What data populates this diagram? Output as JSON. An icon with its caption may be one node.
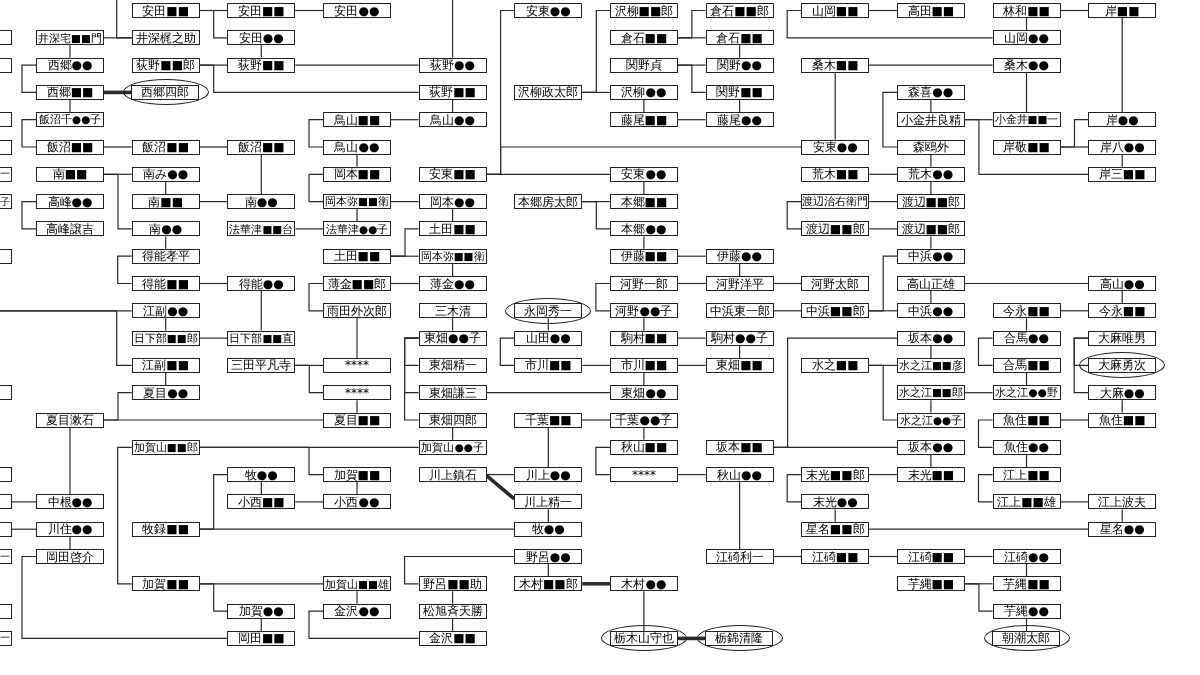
{
  "diagram": {
    "nodes": [
      {
        "text": [
          "安田■■"
        ]
      },
      {
        "text": [
          "安田■■"
        ]
      },
      {
        "text": [
          "安田●●"
        ]
      },
      {
        "text": [
          "安東●●"
        ]
      },
      {
        "text": [
          "沢柳■■郎"
        ]
      },
      {
        "text": [
          "倉石■■郎"
        ]
      },
      {
        "text": [
          "山岡■■"
        ]
      },
      {
        "text": [
          "高田■■"
        ]
      },
      {
        "text": [
          "林和■■"
        ]
      },
      {
        "text": [
          "岸■■"
        ]
      },
      {
        "text": [],
        "shape": "box"
      },
      {
        "text": [
          "井深宅■■門"
        ]
      },
      {
        "text": [
          "井深梶之助"
        ]
      },
      {
        "text": [
          "安田●●"
        ]
      },
      {
        "text": [
          "倉石■■"
        ]
      },
      {
        "text": [
          "倉石■■"
        ]
      },
      {
        "text": [
          "山岡●●"
        ]
      },
      {
        "text": [],
        "shape": "box"
      },
      {
        "text": [
          "西郷●●"
        ]
      },
      {
        "text": [
          "荻野■■郎"
        ]
      },
      {
        "text": [
          "荻野■■"
        ]
      },
      {
        "text": [
          "荻野●●"
        ]
      },
      {
        "text": [
          "関野貞"
        ]
      },
      {
        "text": [
          "関野●●"
        ]
      },
      {
        "text": [
          "桑木■■"
        ]
      },
      {
        "text": [
          "桑木●●"
        ]
      },
      {
        "text": [
          "西郷■■"
        ]
      },
      {
        "text": [],
        "shape": "ellipse"
      },
      {
        "text": [
          "西郷四郎"
        ],
        "in": 27
      },
      {
        "text": [
          "荻野■■"
        ]
      },
      {
        "text": [
          "沢柳政太郎"
        ]
      },
      {
        "text": [
          "沢柳●●"
        ]
      },
      {
        "text": [
          "関野■■"
        ]
      },
      {
        "text": [
          "森喜●●"
        ]
      },
      {
        "text": [],
        "shape": "box"
      },
      {
        "text": [
          "飯沼千●●子"
        ]
      },
      {
        "text": [
          "鳥山■■"
        ]
      },
      {
        "text": [
          "鳥山●●"
        ]
      },
      {
        "text": [
          "藤尾■■"
        ]
      },
      {
        "text": [
          "藤尾●●"
        ]
      },
      {
        "text": [
          "小金井良精"
        ]
      },
      {
        "text": [
          "小金井■■一"
        ]
      },
      {
        "text": [
          "岸●●"
        ]
      },
      {
        "text": [],
        "shape": "box"
      },
      {
        "text": [
          "飯沼■■"
        ]
      },
      {
        "text": [
          "飯沼■■"
        ]
      },
      {
        "text": [
          "飯沼■■"
        ]
      },
      {
        "text": [
          "鳥山●●"
        ]
      },
      {
        "text": [
          "安東●●"
        ]
      },
      {
        "text": [
          "森鴎外"
        ]
      },
      {
        "text": [
          "岸敬■■"
        ]
      },
      {
        "text": [
          "岸八●●"
        ]
      },
      {
        "text": [
          "一"
        ]
      },
      {
        "text": [
          "南■■"
        ]
      },
      {
        "text": [
          "南み●●"
        ]
      },
      {
        "text": [
          "岡本■■"
        ]
      },
      {
        "text": [
          "安東■■"
        ]
      },
      {
        "text": [
          "安東●●"
        ]
      },
      {
        "text": [
          "荒木■■"
        ]
      },
      {
        "text": [
          "荒木●●"
        ]
      },
      {
        "text": [
          "岸三■■"
        ]
      },
      {
        "text": [
          "子"
        ]
      },
      {
        "text": [
          "高峰●●"
        ]
      },
      {
        "text": [
          "南■■"
        ]
      },
      {
        "text": [
          "南●●"
        ]
      },
      {
        "text": [
          "岡本弥■■衛"
        ]
      },
      {
        "text": [
          "岡本●●"
        ]
      },
      {
        "text": [
          "本郷房太郎"
        ]
      },
      {
        "text": [
          "本郷■■"
        ]
      },
      {
        "text": [
          "渡辺治右衛門"
        ]
      },
      {
        "text": [
          "渡辺■■郎"
        ]
      },
      {
        "text": [
          "高峰譲吉"
        ]
      },
      {
        "text": [
          "南●●"
        ]
      },
      {
        "text": [
          "法華津■■台"
        ]
      },
      {
        "text": [
          "法華津●●子"
        ]
      },
      {
        "text": [
          "土田■■"
        ]
      },
      {
        "text": [
          "本郷●●"
        ]
      },
      {
        "text": [
          "渡辺■■郎"
        ]
      },
      {
        "text": [
          "渡辺■■郎"
        ]
      },
      {
        "text": [],
        "shape": "box"
      },
      {
        "text": [
          "得能孝平"
        ]
      },
      {
        "text": [
          "土田■■"
        ]
      },
      {
        "text": [
          "岡本弥■■衛"
        ]
      },
      {
        "text": [
          "伊藤■■"
        ]
      },
      {
        "text": [
          "伊藤●●"
        ]
      },
      {
        "text": [
          "中浜●●"
        ]
      },
      {
        "text": [
          "得能■■"
        ]
      },
      {
        "text": [
          "得能●●"
        ]
      },
      {
        "text": [
          "薄金■■郎"
        ]
      },
      {
        "text": [
          "薄金●●"
        ]
      },
      {
        "text": [
          "河野一郎"
        ]
      },
      {
        "text": [
          "河野洋平"
        ]
      },
      {
        "text": [
          "河野太郎"
        ]
      },
      {
        "text": [
          "高山正雄"
        ]
      },
      {
        "text": [
          "高山●●"
        ]
      },
      {
        "text": [
          "江副●●"
        ]
      },
      {
        "text": [
          "雨田外次郎"
        ]
      },
      {
        "text": [
          "三木清"
        ]
      },
      {
        "text": [],
        "shape": "ellipse"
      },
      {
        "text": [
          "永岡秀一"
        ],
        "in": 98
      },
      {
        "text": [
          "河野●●子"
        ]
      },
      {
        "text": [
          "中浜東一郎"
        ]
      },
      {
        "text": [
          "中浜■■郎"
        ]
      },
      {
        "text": [
          "中浜●●"
        ]
      },
      {
        "text": [
          "今永■■"
        ]
      },
      {
        "text": [
          "今永■■"
        ]
      },
      {
        "text": [
          "日下部■■郎"
        ]
      },
      {
        "text": [
          "日下部■■直"
        ]
      },
      {
        "text": [
          "東畑●●子"
        ]
      },
      {
        "text": [
          "山田●●"
        ]
      },
      {
        "text": [
          "駒村■■"
        ]
      },
      {
        "text": [
          "駒村●●子"
        ]
      },
      {
        "text": [
          "坂本●●"
        ]
      },
      {
        "text": [
          "合馬●●"
        ]
      },
      {
        "text": [
          "大麻唯男"
        ]
      },
      {
        "text": [
          "江副■■"
        ]
      },
      {
        "text": [
          "三田平凡寺"
        ]
      },
      {
        "text": [
          "****"
        ]
      },
      {
        "text": [
          "東畑精一"
        ]
      },
      {
        "text": [
          "市川■■"
        ]
      },
      {
        "text": [
          "市川■■"
        ]
      },
      {
        "text": [
          "東畑■■"
        ]
      },
      {
        "text": [
          "水之■■"
        ]
      },
      {
        "text": [
          "水之江■■彦"
        ]
      },
      {
        "text": [
          "合馬■■"
        ]
      },
      {
        "text": [],
        "shape": "ellipse"
      },
      {
        "text": [
          "大麻勇次"
        ],
        "in": 125
      },
      {
        "text": [],
        "shape": "box"
      },
      {
        "text": [
          "夏目●●"
        ]
      },
      {
        "text": [
          "****"
        ]
      },
      {
        "text": [
          "東畑謙三"
        ]
      },
      {
        "text": [
          "東畑●●"
        ]
      },
      {
        "text": [
          "水之江■■郎"
        ]
      },
      {
        "text": [
          "水之江●●野"
        ]
      },
      {
        "text": [
          "大麻●●"
        ]
      },
      {
        "text": [
          "夏目漱石"
        ]
      },
      {
        "text": [
          "夏目■■"
        ]
      },
      {
        "text": [
          "東畑四郎"
        ]
      },
      {
        "text": [
          "千葉■■"
        ]
      },
      {
        "text": [
          "千葉●●子"
        ]
      },
      {
        "text": [
          "水之江●●子"
        ]
      },
      {
        "text": [
          "魚住■■"
        ]
      },
      {
        "text": [
          "魚住■■"
        ]
      },
      {
        "text": [
          "加賀山■■郎"
        ]
      },
      {
        "text": [
          "加賀山●●子"
        ]
      },
      {
        "text": [
          "秋山■■"
        ]
      },
      {
        "text": [
          "坂本■■"
        ]
      },
      {
        "text": [
          "坂本●●"
        ]
      },
      {
        "text": [
          "魚住●●"
        ]
      },
      {
        "text": [],
        "shape": "box"
      },
      {
        "text": [
          "牧●●"
        ]
      },
      {
        "text": [
          "加賀■■"
        ]
      },
      {
        "text": [
          "川上鎮石"
        ]
      },
      {
        "text": [
          "川上●●"
        ]
      },
      {
        "text": [
          "****"
        ]
      },
      {
        "text": [
          "秋山●●"
        ]
      },
      {
        "text": [
          "末光■■郎"
        ]
      },
      {
        "text": [
          "末光■■"
        ]
      },
      {
        "text": [
          "江上■■"
        ]
      },
      {
        "text": [],
        "shape": "box"
      },
      {
        "text": [
          "中根●●"
        ]
      },
      {
        "text": [
          "小西■■"
        ]
      },
      {
        "text": [
          "小西●●"
        ]
      },
      {
        "text": [
          "川上精一"
        ]
      },
      {
        "text": [
          "末光●●"
        ]
      },
      {
        "text": [
          "江上■■雄"
        ]
      },
      {
        "text": [
          "江上波夫"
        ]
      },
      {
        "text": [],
        "shape": "box"
      },
      {
        "text": [
          "川住●●"
        ]
      },
      {
        "text": [
          "牧録■■"
        ]
      },
      {
        "text": [
          "牧●●"
        ]
      },
      {
        "text": [
          "星名■■郎"
        ]
      },
      {
        "text": [
          "星名●●"
        ]
      },
      {
        "text": [
          "一"
        ]
      },
      {
        "text": [
          "岡田啓介"
        ]
      },
      {
        "text": [
          "野呂●●"
        ]
      },
      {
        "text": [
          "江碕利一"
        ]
      },
      {
        "text": [
          "江碕■■"
        ]
      },
      {
        "text": [
          "江碕■■"
        ]
      },
      {
        "text": [
          "江碕●●"
        ]
      },
      {
        "text": [
          "加賀■■"
        ]
      },
      {
        "text": [
          "加賀山■■雄"
        ]
      },
      {
        "text": [
          "野呂■■助"
        ]
      },
      {
        "text": [
          "木村■■郎"
        ]
      },
      {
        "text": [
          "木村●●"
        ]
      },
      {
        "text": [
          "芋縄■■"
        ]
      },
      {
        "text": [
          "芋縄■■"
        ]
      },
      {
        "text": [],
        "shape": "box"
      },
      {
        "text": [
          "加賀●●"
        ]
      },
      {
        "text": [
          "金沢●●"
        ]
      },
      {
        "text": [
          "松旭斉天勝"
        ]
      },
      {
        "text": [
          "芋縄●●"
        ]
      },
      {
        "text": [
          "一"
        ]
      },
      {
        "text": [
          "岡田■■"
        ]
      },
      {
        "text": [
          "金沢■■"
        ]
      },
      {
        "text": [],
        "shape": "ellipse"
      },
      {
        "text": [
          "栃木山守也"
        ],
        "in": 195
      },
      {
        "text": [],
        "shape": "ellipse"
      },
      {
        "text": [
          "栃錦清隆"
        ],
        "in": 197
      },
      {
        "text": [],
        "shape": "ellipse"
      },
      {
        "text": [
          "朝潮太郎"
        ],
        "in": 199
      }
    ],
    "edges": [
      {
        "from": 0,
        "to": 1,
        "arrow": "none"
      },
      {
        "from": 0,
        "to": 13,
        "arrow": "none"
      },
      {
        "from": 1,
        "to": 2,
        "arrow": "none"
      },
      {
        "from": 13,
        "to": 20,
        "arrow": "none"
      },
      {
        "from": null,
        "to": 12,
        "arrow": "none"
      },
      {
        "from": 11,
        "to": 12,
        "arrow": "none"
      },
      {
        "from": 11,
        "to": 18,
        "arrow": "none"
      },
      {
        "from": 18,
        "to": 26,
        "arrow": "none"
      },
      {
        "from": 19,
        "to": 20,
        "arrow": "none"
      },
      {
        "from": 19,
        "to": 29,
        "arrow": "none"
      },
      {
        "from": 20,
        "to": 21,
        "arrow": "none"
      },
      {
        "from": null,
        "to": 21,
        "arrow": "none"
      },
      {
        "from": 26,
        "to": 28,
        "arrow": "none",
        "style": "thick"
      },
      {
        "from": 26,
        "to": 35,
        "arrow": "none"
      },
      {
        "from": 35,
        "to": 44,
        "arrow": "none"
      },
      {
        "from": 44,
        "to": 45,
        "arrow": "none"
      },
      {
        "from": 45,
        "to": 46,
        "arrow": "none"
      },
      {
        "from": 46,
        "to": 64,
        "arrow": "none"
      },
      {
        "from": 29,
        "to": 37,
        "arrow": "none"
      },
      {
        "from": 36,
        "to": 37,
        "arrow": "none"
      },
      {
        "from": 36,
        "to": 47,
        "arrow": "none"
      },
      {
        "from": 47,
        "to": 55,
        "arrow": "none"
      },
      {
        "from": 55,
        "to": 65,
        "arrow": "none"
      },
      {
        "from": 65,
        "to": 66,
        "arrow": "none"
      },
      {
        "from": 65,
        "to": 74,
        "arrow": "none"
      },
      {
        "from": 73,
        "to": 74,
        "arrow": "none"
      },
      {
        "from": 53,
        "to": 54,
        "arrow": "none"
      },
      {
        "from": 53,
        "to": 72,
        "arrow": "none"
      },
      {
        "from": 54,
        "to": 63,
        "arrow": "none"
      },
      {
        "from": 62,
        "to": 71,
        "arrow": "none"
      },
      {
        "from": 63,
        "to": 64,
        "arrow": "none"
      },
      {
        "from": 72,
        "to": 80,
        "arrow": "none"
      },
      {
        "from": 80,
        "to": 86,
        "arrow": "none"
      },
      {
        "from": 86,
        "to": 87,
        "arrow": "none"
      },
      {
        "from": 87,
        "to": 107,
        "arrow": "none"
      },
      {
        "from": 106,
        "to": 107,
        "arrow": "none"
      },
      {
        "from": 95,
        "to": 106,
        "arrow": "none"
      },
      {
        "from": null,
        "to": 95,
        "arrow": "none"
      },
      {
        "from": null,
        "to": 115,
        "arrow": "none"
      },
      {
        "from": 115,
        "to": 128,
        "arrow": "none"
      },
      {
        "from": 135,
        "to": 128,
        "arrow": "none"
      },
      {
        "from": 135,
        "to": 136,
        "arrow": "none"
      },
      {
        "from": 135,
        "to": 160,
        "arrow": "none"
      },
      {
        "from": 159,
        "to": 160,
        "arrow": "none"
      },
      {
        "from": 167,
        "to": 168,
        "arrow": "none"
      },
      {
        "from": 168,
        "to": 174,
        "arrow": "none"
      },
      {
        "from": 174,
        "to": 193,
        "arrow": "none"
      },
      {
        "from": 88,
        "to": 96,
        "arrow": "none"
      },
      {
        "from": 88,
        "to": 89,
        "arrow": "none"
      },
      {
        "from": 81,
        "to": 75,
        "arrow": "none"
      },
      {
        "from": 81,
        "to": 82,
        "arrow": "none"
      },
      {
        "from": 66,
        "to": 75,
        "arrow": "none"
      },
      {
        "from": 82,
        "to": 89,
        "arrow": "none"
      },
      {
        "from": 96,
        "to": 117,
        "arrow": "none"
      },
      {
        "from": 116,
        "to": 117,
        "arrow": "none"
      },
      {
        "from": 116,
        "to": 129,
        "arrow": "none"
      },
      {
        "from": 129,
        "to": 136,
        "arrow": "none"
      },
      {
        "from": 143,
        "to": 144,
        "arrow": "none"
      },
      {
        "from": 143,
        "to": 151,
        "arrow": "none"
      },
      {
        "from": 143,
        "to": 180,
        "arrow": "none"
      },
      {
        "from": 151,
        "to": 162,
        "arrow": "none"
      },
      {
        "from": 150,
        "to": 161,
        "arrow": "none"
      },
      {
        "from": 161,
        "to": 162,
        "arrow": "none"
      },
      {
        "from": 169,
        "to": 150,
        "arrow": "none"
      },
      {
        "from": 169,
        "to": 170,
        "arrow": "none"
      },
      {
        "from": 180,
        "to": 181,
        "arrow": "none"
      },
      {
        "from": 180,
        "to": 188,
        "arrow": "none"
      },
      {
        "from": 188,
        "to": 193,
        "arrow": "none"
      },
      {
        "from": 181,
        "to": 189,
        "arrow": "none"
      },
      {
        "from": 189,
        "to": 194,
        "arrow": "none"
      },
      {
        "from": 97,
        "to": 108,
        "arrow": "none"
      },
      {
        "from": 108,
        "to": 118,
        "arrow": "none"
      },
      {
        "from": 108,
        "to": 130,
        "arrow": "none"
      },
      {
        "from": 108,
        "to": 137,
        "arrow": "none"
      },
      {
        "from": 130,
        "to": 131,
        "arrow": "none"
      },
      {
        "from": 137,
        "to": 144,
        "arrow": "none"
      },
      {
        "from": 152,
        "to": 153,
        "arrow": "none"
      },
      {
        "from": 152,
        "to": 163,
        "arrow": "none",
        "style": "thick"
      },
      {
        "from": 163,
        "to": 170,
        "arrow": "none"
      },
      {
        "from": 175,
        "to": 182,
        "arrow": "none"
      },
      {
        "from": 182,
        "to": 190,
        "arrow": "none"
      },
      {
        "from": 190,
        "to": 194,
        "arrow": "none"
      },
      {
        "from": 175,
        "to": 183,
        "arrow": "none"
      },
      {
        "from": 183,
        "to": 184,
        "arrow": "none",
        "style": "thick"
      },
      {
        "from": 184,
        "to": 196,
        "arrow": "none"
      },
      {
        "from": 196,
        "to": 198,
        "arrow": "none",
        "style": "thick"
      },
      {
        "from": 56,
        "to": 3,
        "arrow": "none"
      },
      {
        "from": 56,
        "to": 48,
        "arrow": "none"
      },
      {
        "from": 56,
        "to": 57,
        "arrow": "none"
      },
      {
        "from": 30,
        "to": 4,
        "arrow": "none"
      },
      {
        "from": 30,
        "to": 31,
        "arrow": "none"
      },
      {
        "from": 31,
        "to": 38,
        "arrow": "none"
      },
      {
        "from": 38,
        "to": 39,
        "arrow": "none"
      },
      {
        "from": 32,
        "to": 39,
        "arrow": "none"
      },
      {
        "from": 22,
        "to": 23,
        "arrow": "none"
      },
      {
        "from": 22,
        "to": 32,
        "arrow": "none"
      },
      {
        "from": 14,
        "to": 5,
        "arrow": "none"
      },
      {
        "from": 14,
        "to": 15,
        "arrow": "none"
      },
      {
        "from": 15,
        "to": 23,
        "arrow": "none"
      },
      {
        "from": 57,
        "to": 68,
        "arrow": "none"
      },
      {
        "from": 67,
        "to": 68,
        "arrow": "none"
      },
      {
        "from": 67,
        "to": 76,
        "arrow": "none"
      },
      {
        "from": 76,
        "to": 83,
        "arrow": "none"
      },
      {
        "from": 83,
        "to": 84,
        "arrow": "none"
      },
      {
        "from": 84,
        "to": 91,
        "arrow": "none"
      },
      {
        "from": 90,
        "to": 91,
        "arrow": "none"
      },
      {
        "from": 90,
        "to": 100,
        "arrow": "none"
      },
      {
        "from": 100,
        "to": 110,
        "arrow": "none"
      },
      {
        "from": 91,
        "to": 92,
        "arrow": "none"
      },
      {
        "from": 101,
        "to": 102,
        "arrow": "none"
      },
      {
        "from": 110,
        "to": 111,
        "arrow": "none"
      },
      {
        "from": 111,
        "to": 121,
        "arrow": "none"
      },
      {
        "from": 99,
        "to": 109,
        "arrow": "none"
      },
      {
        "from": 109,
        "to": 119,
        "arrow": "none"
      },
      {
        "from": 119,
        "to": 120,
        "arrow": "none"
      },
      {
        "from": 120,
        "to": 121,
        "arrow": "none"
      },
      {
        "from": 120,
        "to": 131,
        "arrow": "none"
      },
      {
        "from": 138,
        "to": 139,
        "arrow": "none"
      },
      {
        "from": 138,
        "to": 153,
        "arrow": "none"
      },
      {
        "from": 139,
        "to": 145,
        "arrow": "none"
      },
      {
        "from": 145,
        "to": 154,
        "arrow": "none"
      },
      {
        "from": 154,
        "to": 155,
        "arrow": "none"
      },
      {
        "from": 155,
        "to": 176,
        "arrow": "none"
      },
      {
        "from": 146,
        "to": 112,
        "arrow": "none"
      },
      {
        "from": 146,
        "to": 147,
        "arrow": "none"
      },
      {
        "from": 176,
        "to": 177,
        "arrow": "none"
      },
      {
        "from": 177,
        "to": 178,
        "arrow": "none"
      },
      {
        "from": 178,
        "to": 179,
        "arrow": "none"
      },
      {
        "from": 179,
        "to": 186,
        "arrow": "none"
      },
      {
        "from": 185,
        "to": 186,
        "arrow": "none"
      },
      {
        "from": 185,
        "to": 191,
        "arrow": "none"
      },
      {
        "from": 191,
        "to": 200,
        "arrow": "none"
      },
      {
        "from": 6,
        "to": 7,
        "arrow": "none"
      },
      {
        "from": 6,
        "to": 16,
        "arrow": "none"
      },
      {
        "from": 8,
        "to": 9,
        "arrow": "none"
      },
      {
        "from": 8,
        "to": 16,
        "arrow": "none"
      },
      {
        "from": 9,
        "to": 42,
        "arrow": "none"
      },
      {
        "from": 24,
        "to": 25,
        "arrow": "none"
      },
      {
        "from": 24,
        "to": 48,
        "arrow": "none"
      },
      {
        "from": 25,
        "to": 41,
        "arrow": "none"
      },
      {
        "from": 33,
        "to": 40,
        "arrow": "none"
      },
      {
        "from": 33,
        "to": 49,
        "arrow": "none"
      },
      {
        "from": 40,
        "to": 41,
        "arrow": "none"
      },
      {
        "from": 40,
        "to": 60,
        "arrow": "none"
      },
      {
        "from": 50,
        "to": 42,
        "arrow": "none"
      },
      {
        "from": 50,
        "to": 51,
        "arrow": "none"
      },
      {
        "from": 51,
        "to": 60,
        "arrow": "none"
      },
      {
        "from": 49,
        "to": 59,
        "arrow": "none"
      },
      {
        "from": 58,
        "to": 59,
        "arrow": "none"
      },
      {
        "from": 59,
        "to": 70,
        "arrow": "none"
      },
      {
        "from": 69,
        "to": 70,
        "arrow": "none"
      },
      {
        "from": 77,
        "to": 78,
        "arrow": "none"
      },
      {
        "from": 78,
        "to": 85,
        "arrow": "none"
      },
      {
        "from": 102,
        "to": 85,
        "arrow": "none"
      },
      {
        "from": 102,
        "to": 103,
        "arrow": "none"
      },
      {
        "from": 93,
        "to": 103,
        "arrow": "none"
      },
      {
        "from": 93,
        "to": 94,
        "arrow": "none"
      },
      {
        "from": 94,
        "to": 105,
        "arrow": "none"
      },
      {
        "from": 104,
        "to": 105,
        "arrow": "none"
      },
      {
        "from": 104,
        "to": 113,
        "arrow": "none"
      },
      {
        "from": 112,
        "to": 123,
        "arrow": "none"
      },
      {
        "from": 122,
        "to": 123,
        "arrow": "none"
      },
      {
        "from": 122,
        "to": 140,
        "arrow": "none"
      },
      {
        "from": 132,
        "to": 140,
        "arrow": "none"
      },
      {
        "from": 132,
        "to": 133,
        "arrow": "none"
      },
      {
        "from": 113,
        "to": 124,
        "arrow": "none"
      },
      {
        "from": 124,
        "to": 133,
        "arrow": "none"
      },
      {
        "from": 114,
        "to": 126,
        "arrow": "none"
      },
      {
        "from": 114,
        "to": 134,
        "arrow": "none"
      },
      {
        "from": 134,
        "to": 142,
        "arrow": "none"
      },
      {
        "from": 141,
        "to": 142,
        "arrow": "none"
      },
      {
        "from": 141,
        "to": 148,
        "arrow": "none"
      },
      {
        "from": 148,
        "to": 158,
        "arrow": "none"
      },
      {
        "from": 158,
        "to": 165,
        "arrow": "none"
      },
      {
        "from": 165,
        "to": 166,
        "arrow": "none"
      },
      {
        "from": 166,
        "to": 172,
        "arrow": "none"
      },
      {
        "from": 147,
        "to": 157,
        "arrow": "none"
      },
      {
        "from": 156,
        "to": 157,
        "arrow": "none"
      },
      {
        "from": 156,
        "to": 164,
        "arrow": "none"
      },
      {
        "from": 164,
        "to": 171,
        "arrow": "none"
      },
      {
        "from": 171,
        "to": 172,
        "arrow": "none"
      },
      {
        "from": 69,
        "to": 77,
        "arrow": "none"
      }
    ]
  }
}
